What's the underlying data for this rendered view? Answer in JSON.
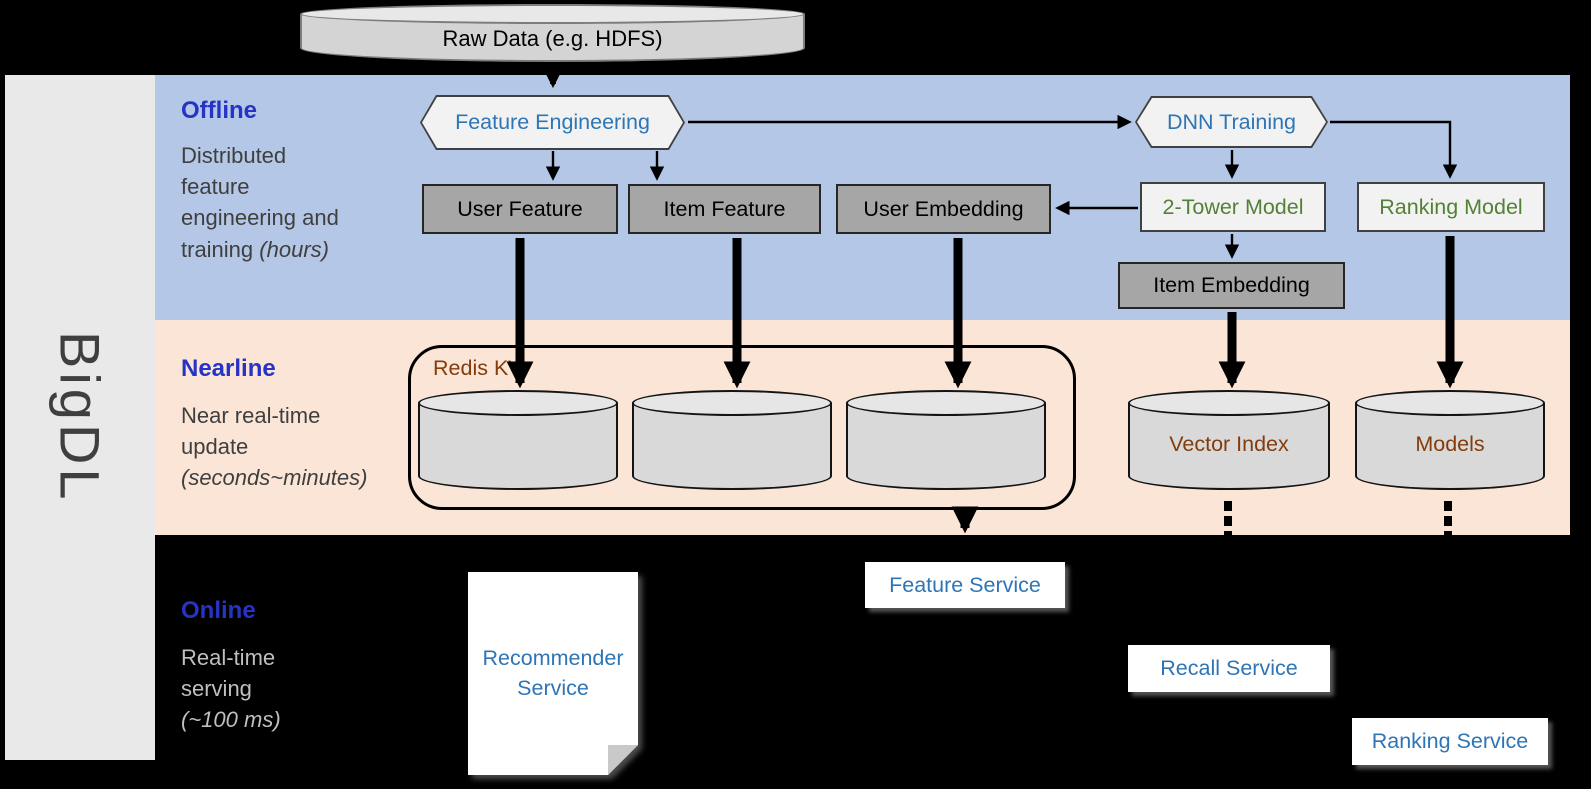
{
  "sidebar": {
    "label": "BigDL"
  },
  "raw_data": {
    "label": "Raw Data (e.g. HDFS)"
  },
  "offline": {
    "title": "Offline",
    "description": "Distributed\nfeature\nengineering and\ntraining ",
    "description_italic": "(hours)",
    "feature_engineering": "Feature Engineering",
    "dnn_training": "DNN Training",
    "user_feature": "User Feature",
    "item_feature": "Item Feature",
    "user_embedding": "User Embedding",
    "two_tower_model": "2-Tower Model",
    "ranking_model": "Ranking Model",
    "item_embedding": "Item Embedding"
  },
  "nearline": {
    "title": "Nearline",
    "description": "Near real-time\nupdate\n",
    "description_italic": "(seconds~minutes)",
    "redis_kv": "Redis KV",
    "vector_index": "Vector Index",
    "models": "Models"
  },
  "online": {
    "title": "Online",
    "description": "Real-time\nserving\n",
    "description_italic": "(~100 ms)",
    "recommender_service": "Recommender Service",
    "feature_service": "Feature Service",
    "recall_service": "Recall Service",
    "ranking_service": "Ranking Service"
  },
  "colors": {
    "offline_band": "#b4c7e7",
    "nearline_band": "#fbe5d6",
    "online_band": "#000000",
    "band_title_blue": "#2633c4",
    "service_blue": "#2e75b6",
    "model_green": "#538135",
    "store_brown": "#843c0c",
    "dark_box": "#a6a6a6",
    "light_box": "#f2f2f2"
  }
}
